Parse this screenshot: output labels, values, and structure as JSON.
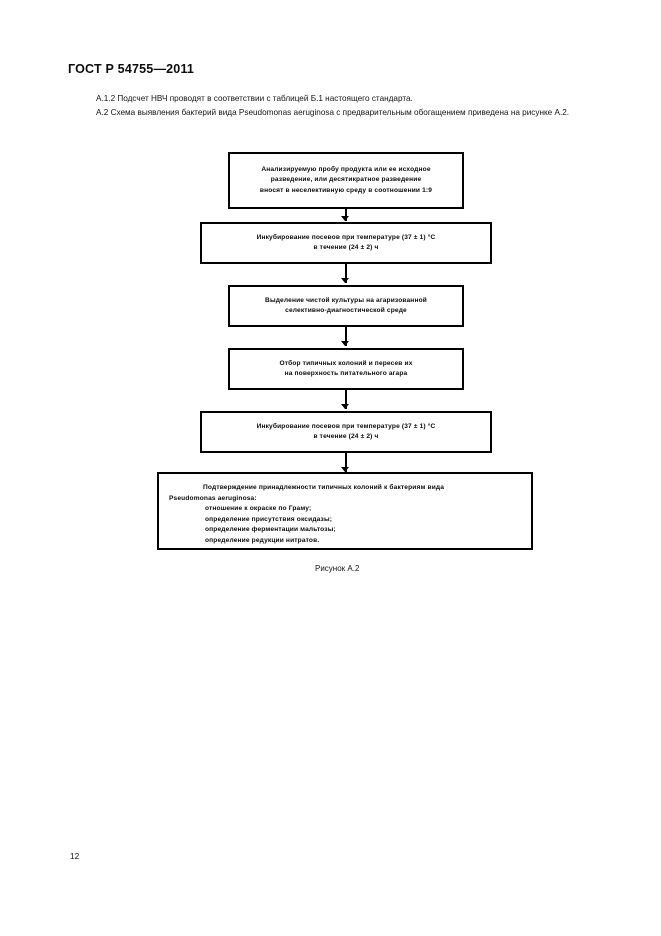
{
  "document": {
    "standard_title": "ГОСТ Р 54755—2011",
    "page_number": "12"
  },
  "body": {
    "paragraph_1": "А.1.2  Подсчет НВЧ проводят в соответствии с таблицей Б.1 настоящего стандарта.",
    "paragraph_2": "А.2  Схема выявления бактерий вида Pseudomonas aeruginosa с предварительным обогащением приведена на рисунке А.2."
  },
  "figure": {
    "caption": "Рисунок А.2",
    "flowchart": {
      "type": "flowchart",
      "orientation": "vertical",
      "steps": [
        {
          "id": "step-1",
          "lines": [
            "Анализируемую пробу продукта или ее исходное",
            "разведение, или десятикратное разведение",
            "вносят в неселективную среду в соотношении 1:9"
          ]
        },
        {
          "id": "step-2",
          "lines": [
            "Инкубирование посевов при температуре (37 ± 1) °С",
            "в течение (24 ± 2) ч"
          ]
        },
        {
          "id": "step-3",
          "lines": [
            "Выделение чистой культуры на агаризованной",
            "селективно-диагностической среде"
          ]
        },
        {
          "id": "step-4",
          "lines": [
            "Отбор типичных колоний и пересев их",
            "на поверхность питательного агара"
          ]
        },
        {
          "id": "step-5",
          "lines": [
            "Инкубирование посевов при температуре (37 ± 1) °С",
            "в течение (24 ± 2) ч"
          ]
        }
      ],
      "final_step": {
        "id": "step-6",
        "title_line_1": "Подтверждение принадлежности типичных колоний к бактериям вида",
        "title_line_2": "Pseudomonas aeruginosa:",
        "items": [
          "отношение к окраске по Граму;",
          "определение присутствия оксидазы;",
          "определение ферментации мальтозы;",
          "определение редукции нитратов."
        ]
      }
    }
  },
  "colors": {
    "ink": "#000000",
    "text": "#141414",
    "paper": "#ffffff"
  }
}
